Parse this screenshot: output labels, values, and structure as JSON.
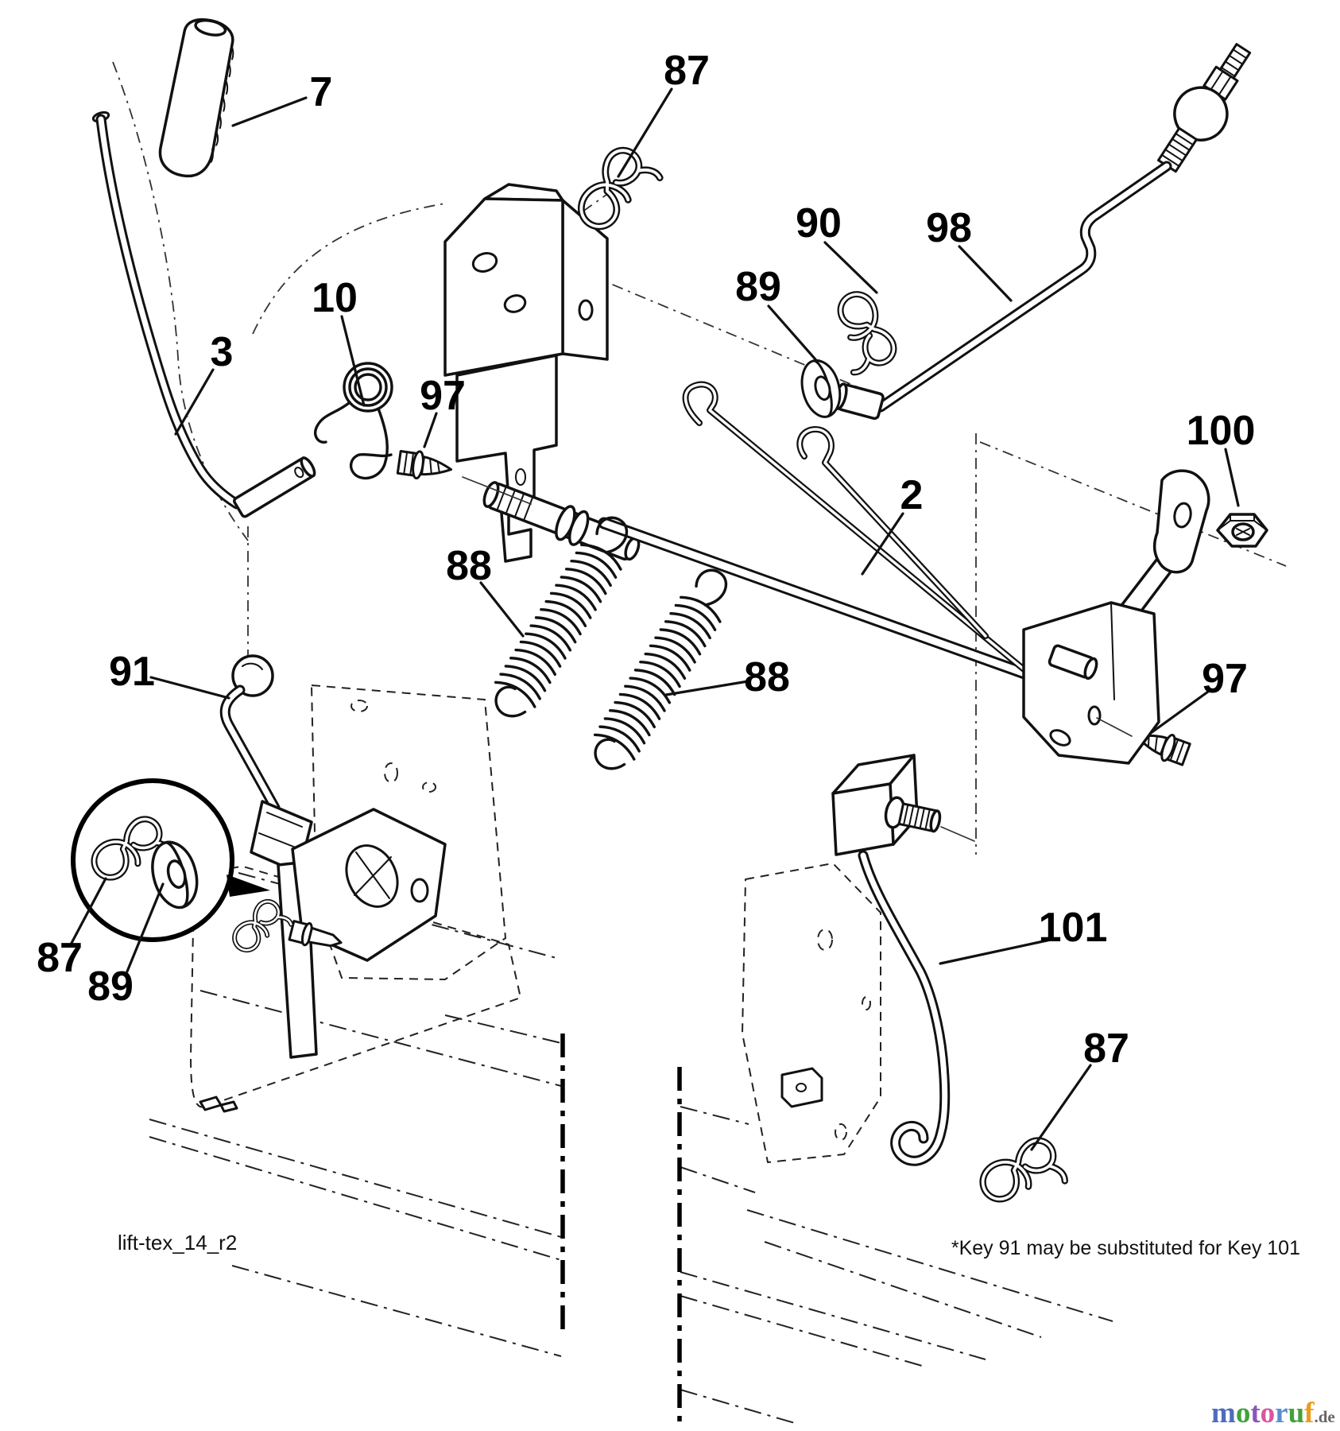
{
  "meta": {
    "drawing_id": "lift-tex_14_r2",
    "footnote": "*Key 91 may be substituted for Key 101",
    "diagram_subject": "Mower deck lift linkage exploded parts diagram",
    "line_color": "#111111",
    "background_color": "#ffffff"
  },
  "watermark": {
    "letters": [
      {
        "ch": "m",
        "color": "#4f6bbf"
      },
      {
        "ch": "o",
        "color": "#44a13c"
      },
      {
        "ch": "t",
        "color": "#8e55b8"
      },
      {
        "ch": "o",
        "color": "#d9559f"
      },
      {
        "ch": "r",
        "color": "#5b8bd0"
      },
      {
        "ch": "u",
        "color": "#44a13c"
      },
      {
        "ch": "f",
        "color": "#eb9c1c"
      }
    ],
    "suffix": ".de",
    "suffix_color": "#666666"
  },
  "callouts": [
    {
      "part": "7"
    },
    {
      "part": "87"
    },
    {
      "part": "90"
    },
    {
      "part": "98"
    },
    {
      "part": "89"
    },
    {
      "part": "10"
    },
    {
      "part": "3"
    },
    {
      "part": "97"
    },
    {
      "part": "100"
    },
    {
      "part": "2"
    },
    {
      "part": "88"
    },
    {
      "part": "88"
    },
    {
      "part": "91"
    },
    {
      "part": "97"
    },
    {
      "part": "87"
    },
    {
      "part": "89"
    },
    {
      "part": "101"
    },
    {
      "part": "87"
    }
  ]
}
